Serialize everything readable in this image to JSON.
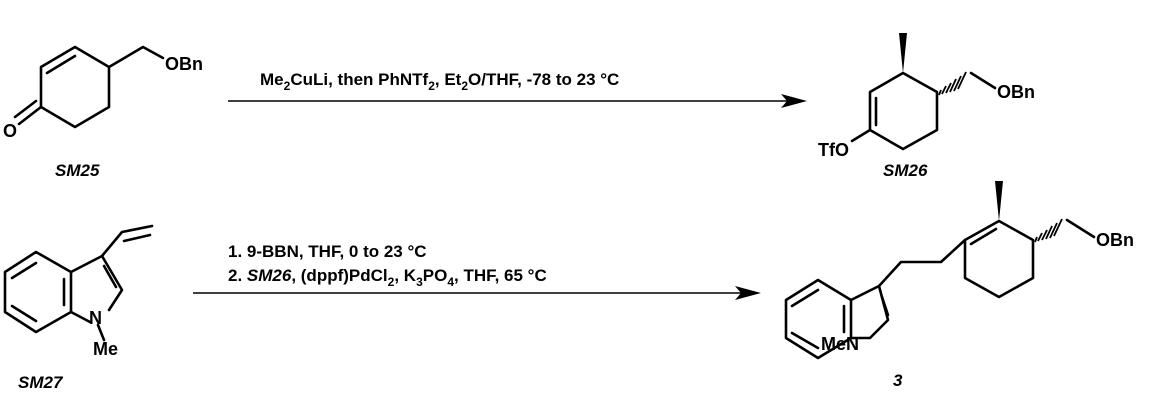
{
  "scheme": {
    "step1": {
      "conditions_parts": [
        "Me",
        "2",
        "CuLi, then PhNTf",
        "2",
        ", Et",
        "2",
        "O/THF, -78 to 23 °C"
      ]
    },
    "step2": {
      "line1": "1.  9-BBN, THF, 0 to 23 °C",
      "line2_num": "2.  ",
      "line2_ref": "SM26",
      "line2_parts": [
        ", (dppf)PdCl",
        "2",
        ", K",
        "3",
        "PO",
        "4",
        ", THF, 65 °C"
      ]
    },
    "compounds": {
      "sm25": {
        "label": "SM25",
        "atoms": [
          "O",
          "OBn"
        ]
      },
      "sm26": {
        "label": "SM26",
        "atoms": [
          "TfO",
          "OBn"
        ]
      },
      "sm27": {
        "label": "SM27",
        "atoms": [
          "N",
          "Me"
        ]
      },
      "p3": {
        "label": "3",
        "atoms": [
          "MeN",
          "OBn"
        ]
      }
    }
  }
}
